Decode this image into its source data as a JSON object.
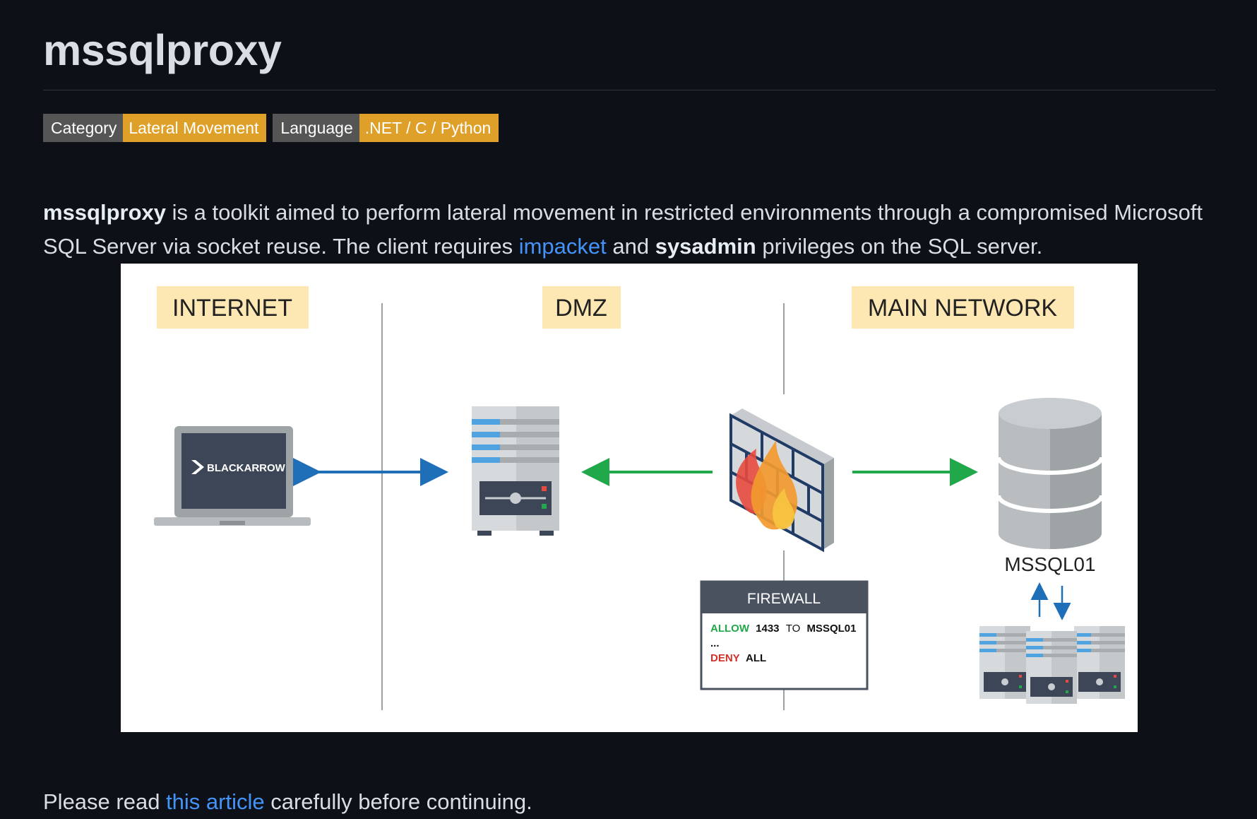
{
  "title": "mssqlproxy",
  "badges": [
    {
      "key": "Category",
      "value": "Lateral Movement"
    },
    {
      "key": "Language",
      "value": ".NET / C / Python"
    }
  ],
  "description": {
    "tool_name": "mssqlproxy",
    "text1": " is a toolkit aimed to perform lateral movement in restricted environments through a compromised Microsoft SQL Server via socket reuse. The client requires ",
    "link_impacket": "impacket",
    "text2": " and ",
    "bold_sysadmin": "sysadmin",
    "text3": " privileges on the SQL server."
  },
  "diagram": {
    "zones": [
      "INTERNET",
      "DMZ",
      "MAIN NETWORK"
    ],
    "laptop_logo": "BLACKARROW",
    "db_label": "MSSQL01",
    "firewall_box": {
      "title": "FIREWALL",
      "allow_word": "ALLOW",
      "allow_port": "1433",
      "allow_to": "TO",
      "allow_target": "MSSQL01",
      "ellipsis": "...",
      "deny_word": "DENY",
      "deny_target": "ALL"
    }
  },
  "footer": {
    "pre": "Please read ",
    "link": "this article",
    "post": " carefully before continuing."
  },
  "colors": {
    "background": "#0d1117",
    "link": "#4493f8",
    "badge_key": "#555555",
    "badge_value": "#dfa029",
    "arrow_blue": "#1f6fb8",
    "arrow_green": "#21a84a",
    "zone_bg": "#fde8b3"
  }
}
